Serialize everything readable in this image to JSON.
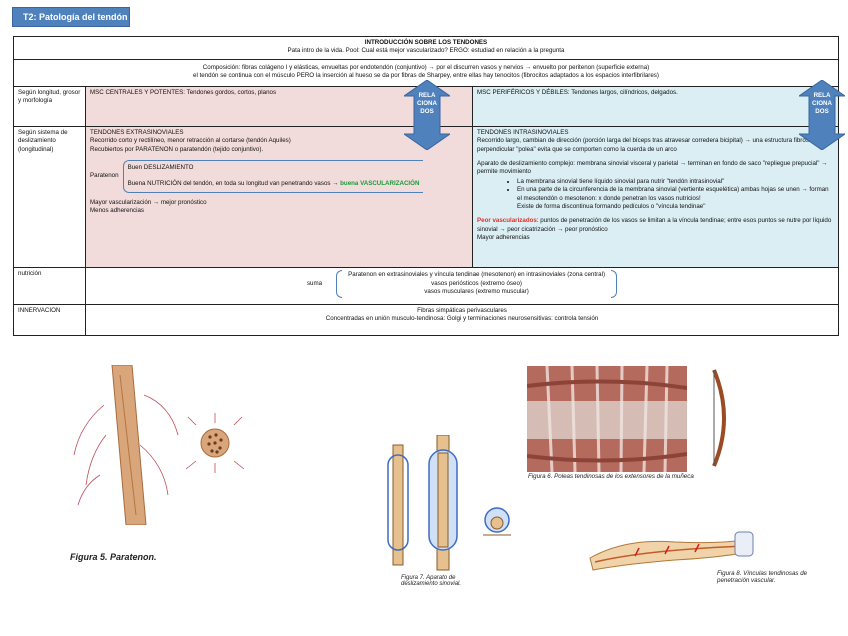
{
  "header": {
    "title": "T2: Patología del tendón"
  },
  "intro": {
    "title": "INTRODUCCIÓN SOBRE LOS TENDONES",
    "subtitle": "Pata intro de la vida. Pool: Cual está mejor vascularizado? ERGO: estudiad en relación a la pregunta",
    "composition_1": "Composición: fibras colágeno I y elásticas, envueltas por endotendón (conjuntivo) → por el discurren vasos y nervios → envuelto por peritenon (superficie externa)",
    "composition_2": "el tendón se continua con el músculo PERO la inserción al hueso se da por fibras de Sharpey, entre ellas hay tenocitos (fibrocitos adaptados a los espacios interfibrilares)"
  },
  "arrow_label": "RELACIONADOS",
  "rows": {
    "morfo": {
      "label": "Según longitud, grosor y morfología",
      "left": "MSC CENTRALES Y POTENTES: Tendones gordos, cortos, planos",
      "right": "MSC PERIFÉRICOS Y DÉBILES: Tendones largos, cilíndricos, delgados."
    },
    "desliz": {
      "label": "Según sistema de deslizamiento (longitudinal)",
      "left": {
        "title": "TENDONES EXTRASINOVIALES",
        "l1": "Recorrido corto y rectilíneo, menor retracción al cortarse (tendón Aquiles)",
        "l2": "Recubiertos por PARATENON o paratendón (tejido conjuntivo).",
        "paratenon": "Paratenon",
        "b1": "Buen DESLIZAMIENTO",
        "b2_pre": "Buena NUTRICIÓN del tendón, en toda su longitud van penetrando vasos → ",
        "b2_green": "buena VASCULARIZACIÓN",
        "l3": "Mayor vascularización → mejor pronóstico",
        "l4": "Menos adherencias"
      },
      "right": {
        "title": "TENDONES INTRASINOVIALES",
        "l1": "Recorrido largo, cambian de dirección (porción larga del bíceps tras atravesar corredera bicipital) → una estructura fibrosa perpendicular \"polea\" evita que se comporten como la cuerda de un arco",
        "l2": "Aparato de deslizamiento complejo: membrana sinovial visceral y parietal → terminan en fondo de saco \"repliegue prepucial\" → permite movimiento",
        "bullets": [
          "La membrana sinovial tiene líquido sinovial para nutrir \"tendón intrasinovial\"",
          "En una parte de la circunferencia de la membrana sinovial (vertiente esquelética) ambas hojas se unen → forman el mesotendón o mesotenon: x donde penetran los vasos nutricios!",
          "Existe de forma discontinua formando pedículos o \"víncula tendinae\""
        ],
        "red": "Peor vascularizados",
        "l3": ": puntos de penetración de los vasos se limitan a la víncula tendinae; entre esos puntos se nutre por líquido sinovial → peor cicatrización → peor pronóstico",
        "l4": "Mayor adherencias"
      }
    },
    "nutricion": {
      "label": "nutrición",
      "suma": "suma",
      "l1": "Paratenon en extrasinoviales y víncula tendinae (mesotenon) en intrasinoviales (zona central)",
      "l2": "vasos periósticos (extremo óseo)",
      "l3": "vasos musculares (extremo muscular)"
    },
    "inervacion": {
      "label": "INNERVACION",
      "l1": "Fibras simpáticas perivasculares",
      "l2": "Concentradas en unión musculo-tendinosa: Golgi y terminaciones neurosensitivas: controla tensión"
    }
  },
  "figures": {
    "f5": "Figura 5. Paratenon.",
    "f6": "Figura 6. Poleas tendinosas de los extensores de la muñeca",
    "f7": "Figura 7. Aparato de deslizamiento sinovial.",
    "f8": "Figura 8. Vínculas tendinosas de penetración vascular."
  },
  "colors": {
    "accent": "#4f81bd",
    "pink": "#f2dcdb",
    "blue": "#dbeef3",
    "green": "#1a9a3a",
    "red": "#e0302a"
  }
}
